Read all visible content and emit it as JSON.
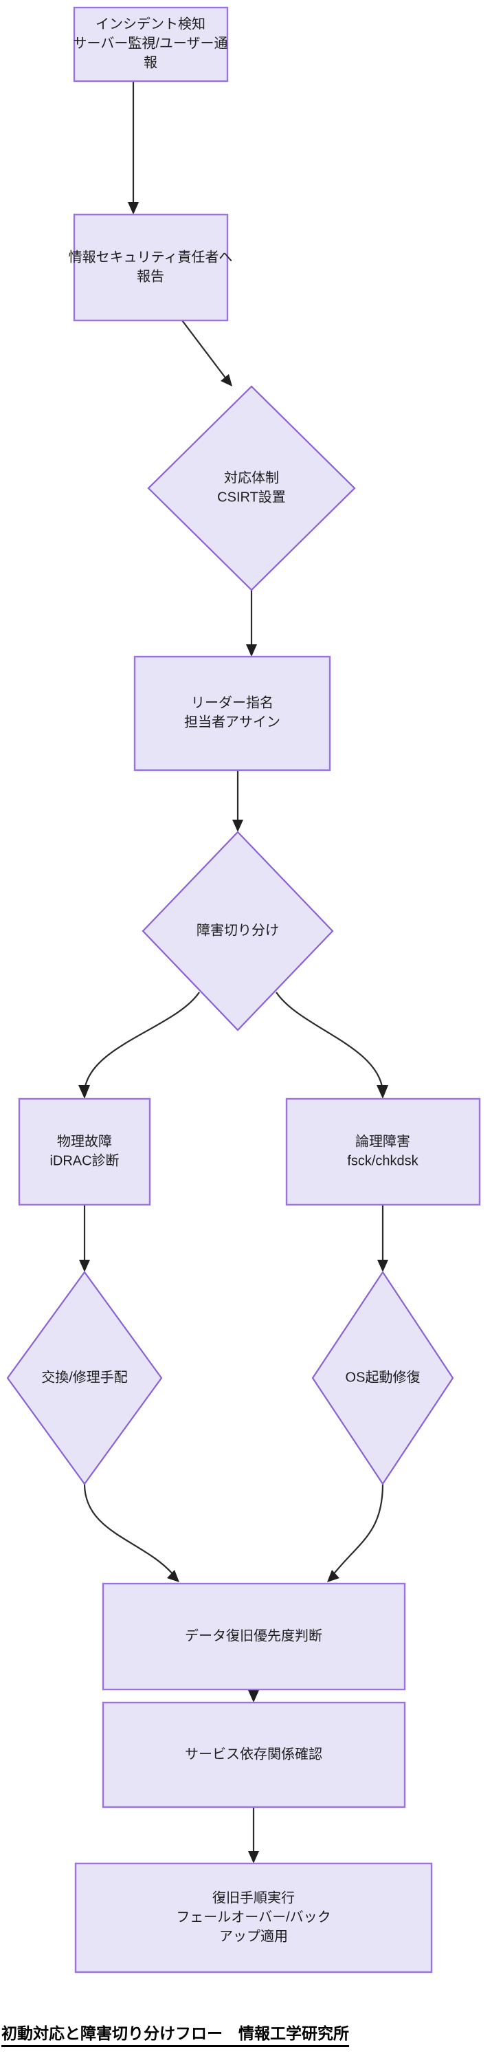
{
  "diagram": {
    "type": "flowchart",
    "direction": "top-to-bottom",
    "theme": {
      "node_fill": "#e8e4f8",
      "node_stroke": "#9b72e0",
      "edge_stroke": "#2b2b2b",
      "text_color": "#1d1d1d",
      "background": "#ffffff"
    },
    "nodes": [
      {
        "id": "n1",
        "shape": "rect",
        "lines": [
          "インシデント検知",
          "サーバー監視/ユーザー通",
          "報"
        ]
      },
      {
        "id": "n2",
        "shape": "rect",
        "lines": [
          "情報セキュリティ責任者へ",
          "報告"
        ]
      },
      {
        "id": "n3",
        "shape": "diamond",
        "lines": [
          "対応体制",
          "CSIRT設置"
        ]
      },
      {
        "id": "n4",
        "shape": "rect",
        "lines": [
          "リーダー指名",
          "担当者アサイン"
        ]
      },
      {
        "id": "n5",
        "shape": "diamond",
        "lines": [
          "障害切り分け"
        ]
      },
      {
        "id": "n6",
        "shape": "rect",
        "lines": [
          "物理故障",
          "iDRAC診断"
        ]
      },
      {
        "id": "n7",
        "shape": "rect",
        "lines": [
          "論理障害",
          "fsck/chkdsk"
        ]
      },
      {
        "id": "n8",
        "shape": "diamond",
        "lines": [
          "交換/修理手配"
        ]
      },
      {
        "id": "n9",
        "shape": "diamond",
        "lines": [
          "OS起動修復"
        ]
      },
      {
        "id": "n10",
        "shape": "rect",
        "lines": [
          "データ復旧優先度判断"
        ]
      },
      {
        "id": "n11",
        "shape": "rect",
        "lines": [
          "サービス依存関係確認"
        ]
      },
      {
        "id": "n12",
        "shape": "rect",
        "lines": [
          "復旧手順実行",
          "フェールオーバー/バック",
          "アップ適用"
        ]
      }
    ],
    "edges": [
      {
        "from": "n1",
        "to": "n2"
      },
      {
        "from": "n2",
        "to": "n3"
      },
      {
        "from": "n3",
        "to": "n4"
      },
      {
        "from": "n4",
        "to": "n5"
      },
      {
        "from": "n5",
        "to": "n6"
      },
      {
        "from": "n5",
        "to": "n7"
      },
      {
        "from": "n6",
        "to": "n8"
      },
      {
        "from": "n7",
        "to": "n9"
      },
      {
        "from": "n8",
        "to": "n10"
      },
      {
        "from": "n9",
        "to": "n10"
      },
      {
        "from": "n10",
        "to": "n11"
      },
      {
        "from": "n11",
        "to": "n12"
      }
    ]
  },
  "caption": {
    "text": "初動対応と障害切り分けフロー　情報工学研究所"
  }
}
